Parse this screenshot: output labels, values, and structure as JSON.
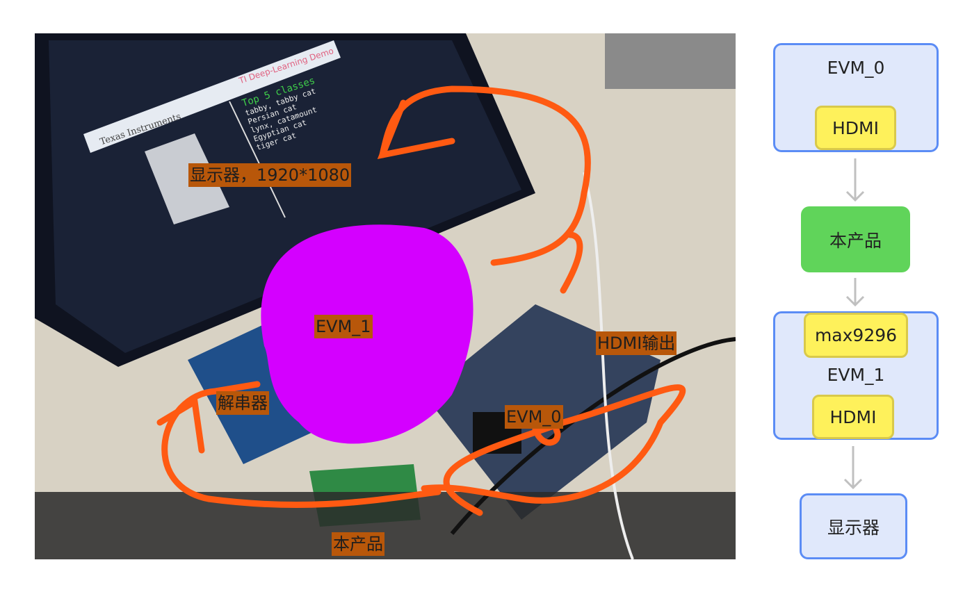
{
  "photo": {
    "screen": {
      "brand": "Texas Instruments",
      "demo_title": "TI Deep-Learning Demo",
      "heading": "Top 5 classes",
      "classes": [
        "tabby, tabby cat",
        "Persian cat",
        "lynx, catamount",
        "Egyptian cat",
        "tiger cat"
      ]
    },
    "labels": {
      "monitor": "显示器，1920*1080",
      "evm1": "EVM_1",
      "hdmi_out": "HDMI输出",
      "deserializer": "解串器",
      "evm0": "EVM_0",
      "product": "本产品"
    },
    "colors": {
      "annotation_bg": "#b8570a",
      "stroke": "#ff5a12",
      "scribble": "#d400ff"
    }
  },
  "diagram": {
    "evm0": {
      "title": "EVM_0",
      "port": "HDMI"
    },
    "product": "本产品",
    "evm1": {
      "title": "EVM_1",
      "chip": "max9296",
      "port": "HDMI"
    },
    "display": "显示器",
    "colors": {
      "box_bg": "#e0e8fb",
      "box_border": "#5b8cf5",
      "port_bg": "#fef15b",
      "product_bg": "#60d45a",
      "arrow": "#c0c0c0"
    }
  }
}
